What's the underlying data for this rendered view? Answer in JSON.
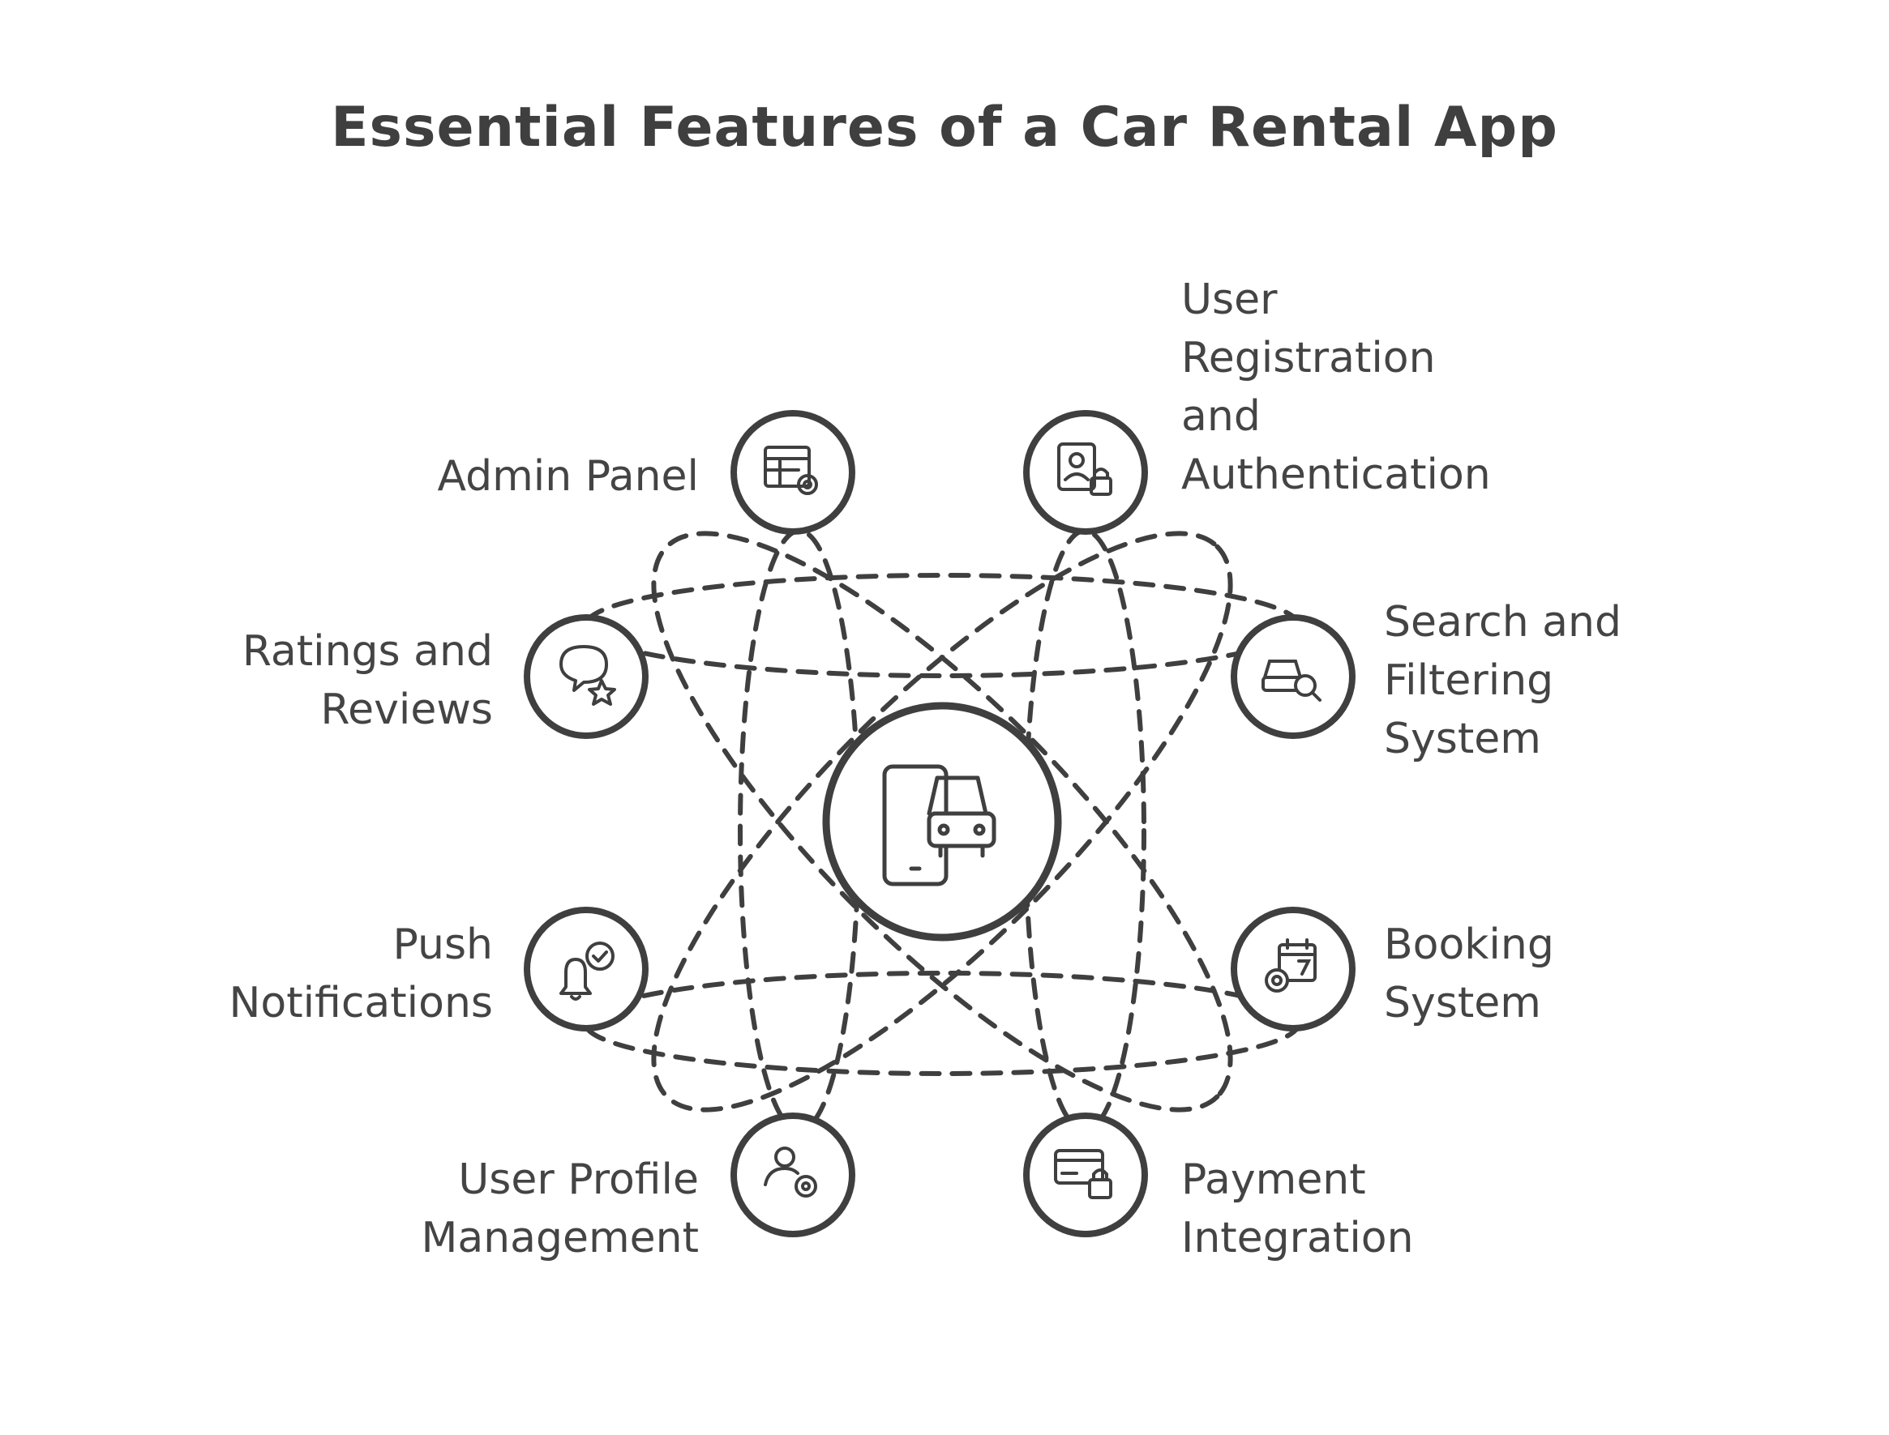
{
  "title": "Essential Features of a Car Rental App",
  "colors": {
    "stroke": "#3f3f3f",
    "text": "#444444",
    "background": "#ffffff"
  },
  "center": {
    "icon": "phone-car-icon"
  },
  "features": [
    {
      "id": "admin-panel",
      "lines": [
        "Admin Panel"
      ],
      "icon": "admin-table-gear-icon"
    },
    {
      "id": "user-registration",
      "lines": [
        "User",
        "Registration",
        "and",
        "Authentication"
      ],
      "icon": "id-card-lock-icon"
    },
    {
      "id": "ratings-reviews",
      "lines": [
        "Ratings and",
        "Reviews"
      ],
      "icon": "chat-star-icon"
    },
    {
      "id": "search-filtering",
      "lines": [
        "Search and",
        "Filtering",
        "System"
      ],
      "icon": "car-search-icon"
    },
    {
      "id": "push-notifications",
      "lines": [
        "Push",
        "Notifications"
      ],
      "icon": "bell-check-icon"
    },
    {
      "id": "booking-system",
      "lines": [
        "Booking",
        "System"
      ],
      "icon": "calendar-gear-icon"
    },
    {
      "id": "user-profile",
      "lines": [
        "User Profile",
        "Management"
      ],
      "icon": "user-gear-icon"
    },
    {
      "id": "payment-integration",
      "lines": [
        "Payment",
        "Integration"
      ],
      "icon": "card-lock-icon"
    }
  ]
}
